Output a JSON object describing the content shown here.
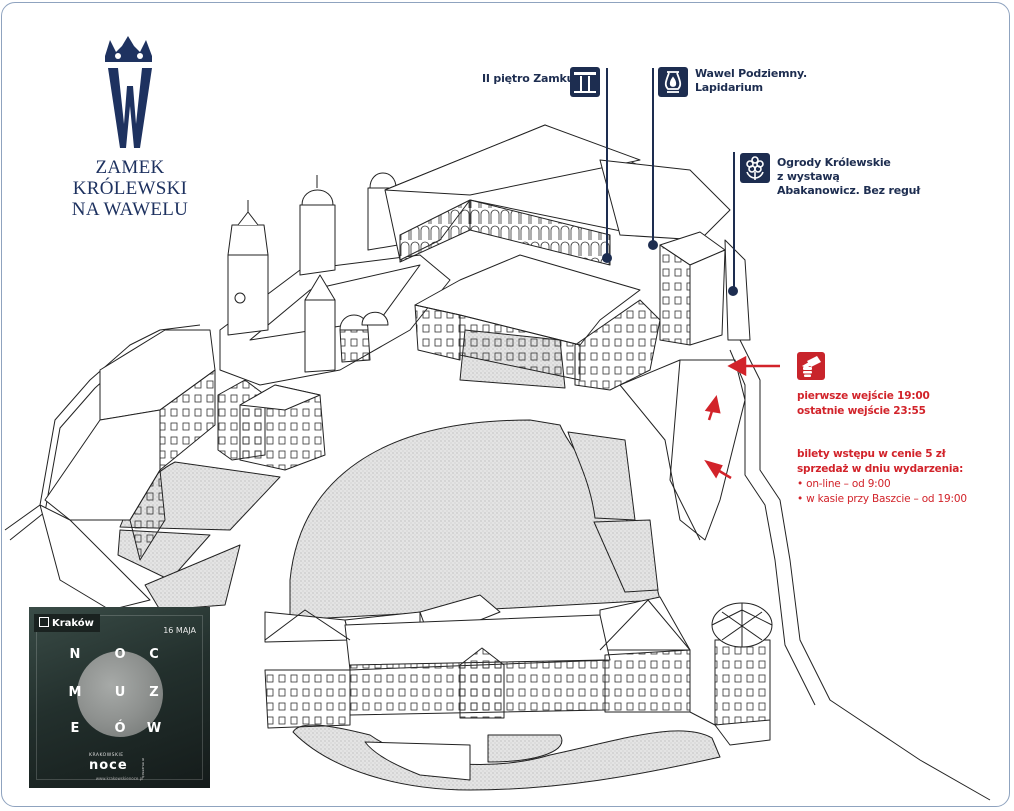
{
  "logo": {
    "lines": [
      "ZAMEK",
      "KRÓLEWSKI",
      "NA WAWELU"
    ],
    "emblem": "crowned-w-emblem",
    "color": "#1e3260"
  },
  "map_labels": {
    "floor2": {
      "text": "II piętro Zamku",
      "icon": "columns-icon"
    },
    "underground": {
      "line1": "Wawel Podziemny.",
      "line2": "Lapidarium",
      "icon": "vase-icon"
    },
    "gardens": {
      "line1": "Ogrody Królewskie",
      "line2": "z wystawą",
      "line3": "Abakanowicz. Bez reguł",
      "icon": "flower-icon"
    },
    "color": "#1d2d50"
  },
  "info": {
    "icon": "ticket-hand-icon",
    "first_entry": "pierwsze wejście 19:00",
    "last_entry": "ostatnie wejście 23:55",
    "tickets": "bilety wstępu w cenie 5 zł",
    "sale": "sprzedaż w dniu wydarzenia:",
    "online": "• on-line – od 9:00",
    "box_office": "• w kasie przy Baszcie – od 19:00",
    "color": "#d2232a"
  },
  "poster": {
    "city": "Kraków",
    "date": "16 MAJA",
    "letters": [
      "N",
      "O",
      "C",
      "M",
      "U",
      "Z",
      "E",
      "Ó",
      "W"
    ],
    "series_small": "KRAKOWSKIE",
    "series_big": "noce",
    "series_side": "w muzeach",
    "url": "www.krakowskienoce.pl"
  }
}
